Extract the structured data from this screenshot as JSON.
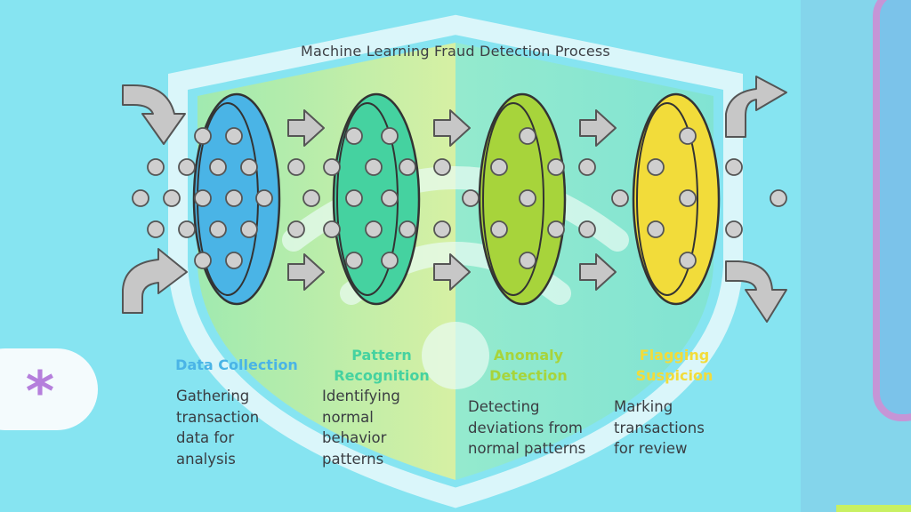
{
  "title": "Machine Learning Fraud Detection Process",
  "steps": [
    {
      "title": "Data Collection",
      "color": "#4ab4e6",
      "desc": [
        "Gathering",
        "transaction",
        "data for",
        "analysis"
      ]
    },
    {
      "title": "Pattern Recognition",
      "color": "#45d2a0",
      "desc": [
        "Identifying",
        "normal",
        "behavior",
        "patterns"
      ]
    },
    {
      "title": "Anomaly Detection",
      "color": "#a7d43b",
      "desc": [
        "Detecting",
        "deviations from",
        "normal patterns"
      ]
    },
    {
      "title": "Flagging Suspicion",
      "color": "#f2dc3a",
      "desc": [
        "Marking",
        "transactions",
        "for review"
      ]
    }
  ],
  "decor": {
    "asterisk": "*"
  }
}
